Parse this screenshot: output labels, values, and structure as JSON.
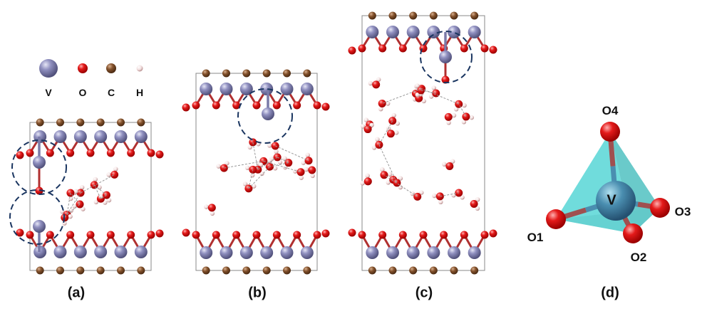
{
  "legend": [
    {
      "label": "V",
      "color": "#8c8cb8"
    },
    {
      "label": "O",
      "color": "#e01818"
    },
    {
      "label": "C",
      "color": "#80502c"
    },
    {
      "label": "H",
      "color": "#f2dcdc"
    }
  ],
  "panels": {
    "a": "(a)",
    "b": "(b)",
    "c": "(c)",
    "d": "(d)"
  },
  "tetrahedron": {
    "center": "V",
    "o1": "O1",
    "o2": "O2",
    "o3": "O3",
    "o4": "O4",
    "polyhedron_color": "#40d0d0",
    "v_color": "#4a8eb0"
  },
  "colors": {
    "circle": "#1a3560",
    "box": "#888888"
  }
}
